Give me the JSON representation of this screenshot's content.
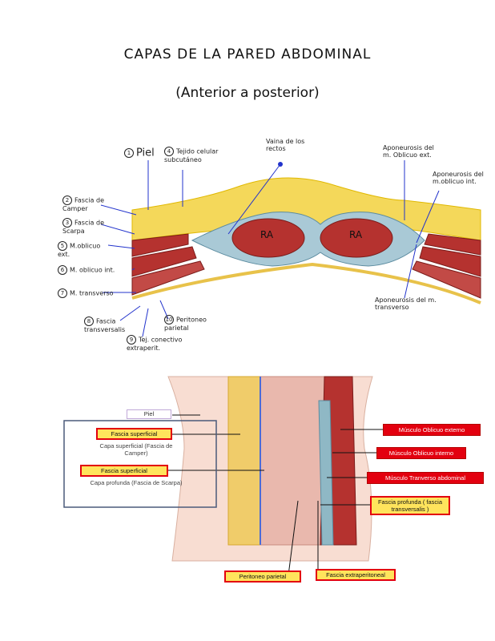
{
  "title": "CAPAS DE LA PARED ABDOMINAL",
  "subtitle": "(Anterior a posterior)",
  "top_diagram": {
    "labels": {
      "piel": {
        "num": "1",
        "text": "Piel"
      },
      "tejido": {
        "num": "4",
        "text": "Tejido celular subcutáneo"
      },
      "vaina": "Vaina de los rectos",
      "apo_ext": "Aponeurosis del m. Oblicuo ext.",
      "apo_int": "Aponeurosis del m.oblicuo int.",
      "camper": {
        "num": "2",
        "text": "Fascia de Camper"
      },
      "scarpa": {
        "num": "3",
        "text": "Fascia de Scarpa"
      },
      "m_obl_ext": {
        "num": "5",
        "text": "M.oblicuo ext."
      },
      "m_obl_int": {
        "num": "6",
        "text": "M. oblicuo int."
      },
      "m_transverso": {
        "num": "7",
        "text": "M. transverso"
      },
      "fascia_transversalis": {
        "num": "8",
        "text": "Fascia transversalis"
      },
      "tej_conectivo": {
        "num": "9",
        "text": "Tej. conectivo extraperit."
      },
      "peritoneo": {
        "num": "10",
        "text": "Peritoneo parietal"
      },
      "apo_transverso": "Aponeurosis del m. transverso",
      "ra": "RA"
    }
  },
  "bottom_diagram": {
    "piel": "Piel",
    "fascia_sup_1": "Fascia superficial",
    "capa_superficial": "Capa superficial (Fascia de Camper)",
    "fascia_sup_2": "Fascia superficial",
    "capa_profunda": "Capa profunda (Fascia de Scarpa)",
    "musculo_ext": "Músculo Oblicuo externo",
    "musculo_int": "Músculo Oblicuo interno",
    "musculo_transverso": "Músculo Tranverso abdominal",
    "fascia_profunda": "Fascia profunda ( fascia transversalis )",
    "peritoneo_parietal": "Peritoneo parietal",
    "fascia_extraperitoneal": "Fascia extraperitoneal"
  },
  "colors": {
    "muscle": "#b5322f",
    "fat": "#f4d85a",
    "fascia": "#a9c9d6",
    "label_red": "#e3000f",
    "label_yellow": "#ffe45c"
  }
}
